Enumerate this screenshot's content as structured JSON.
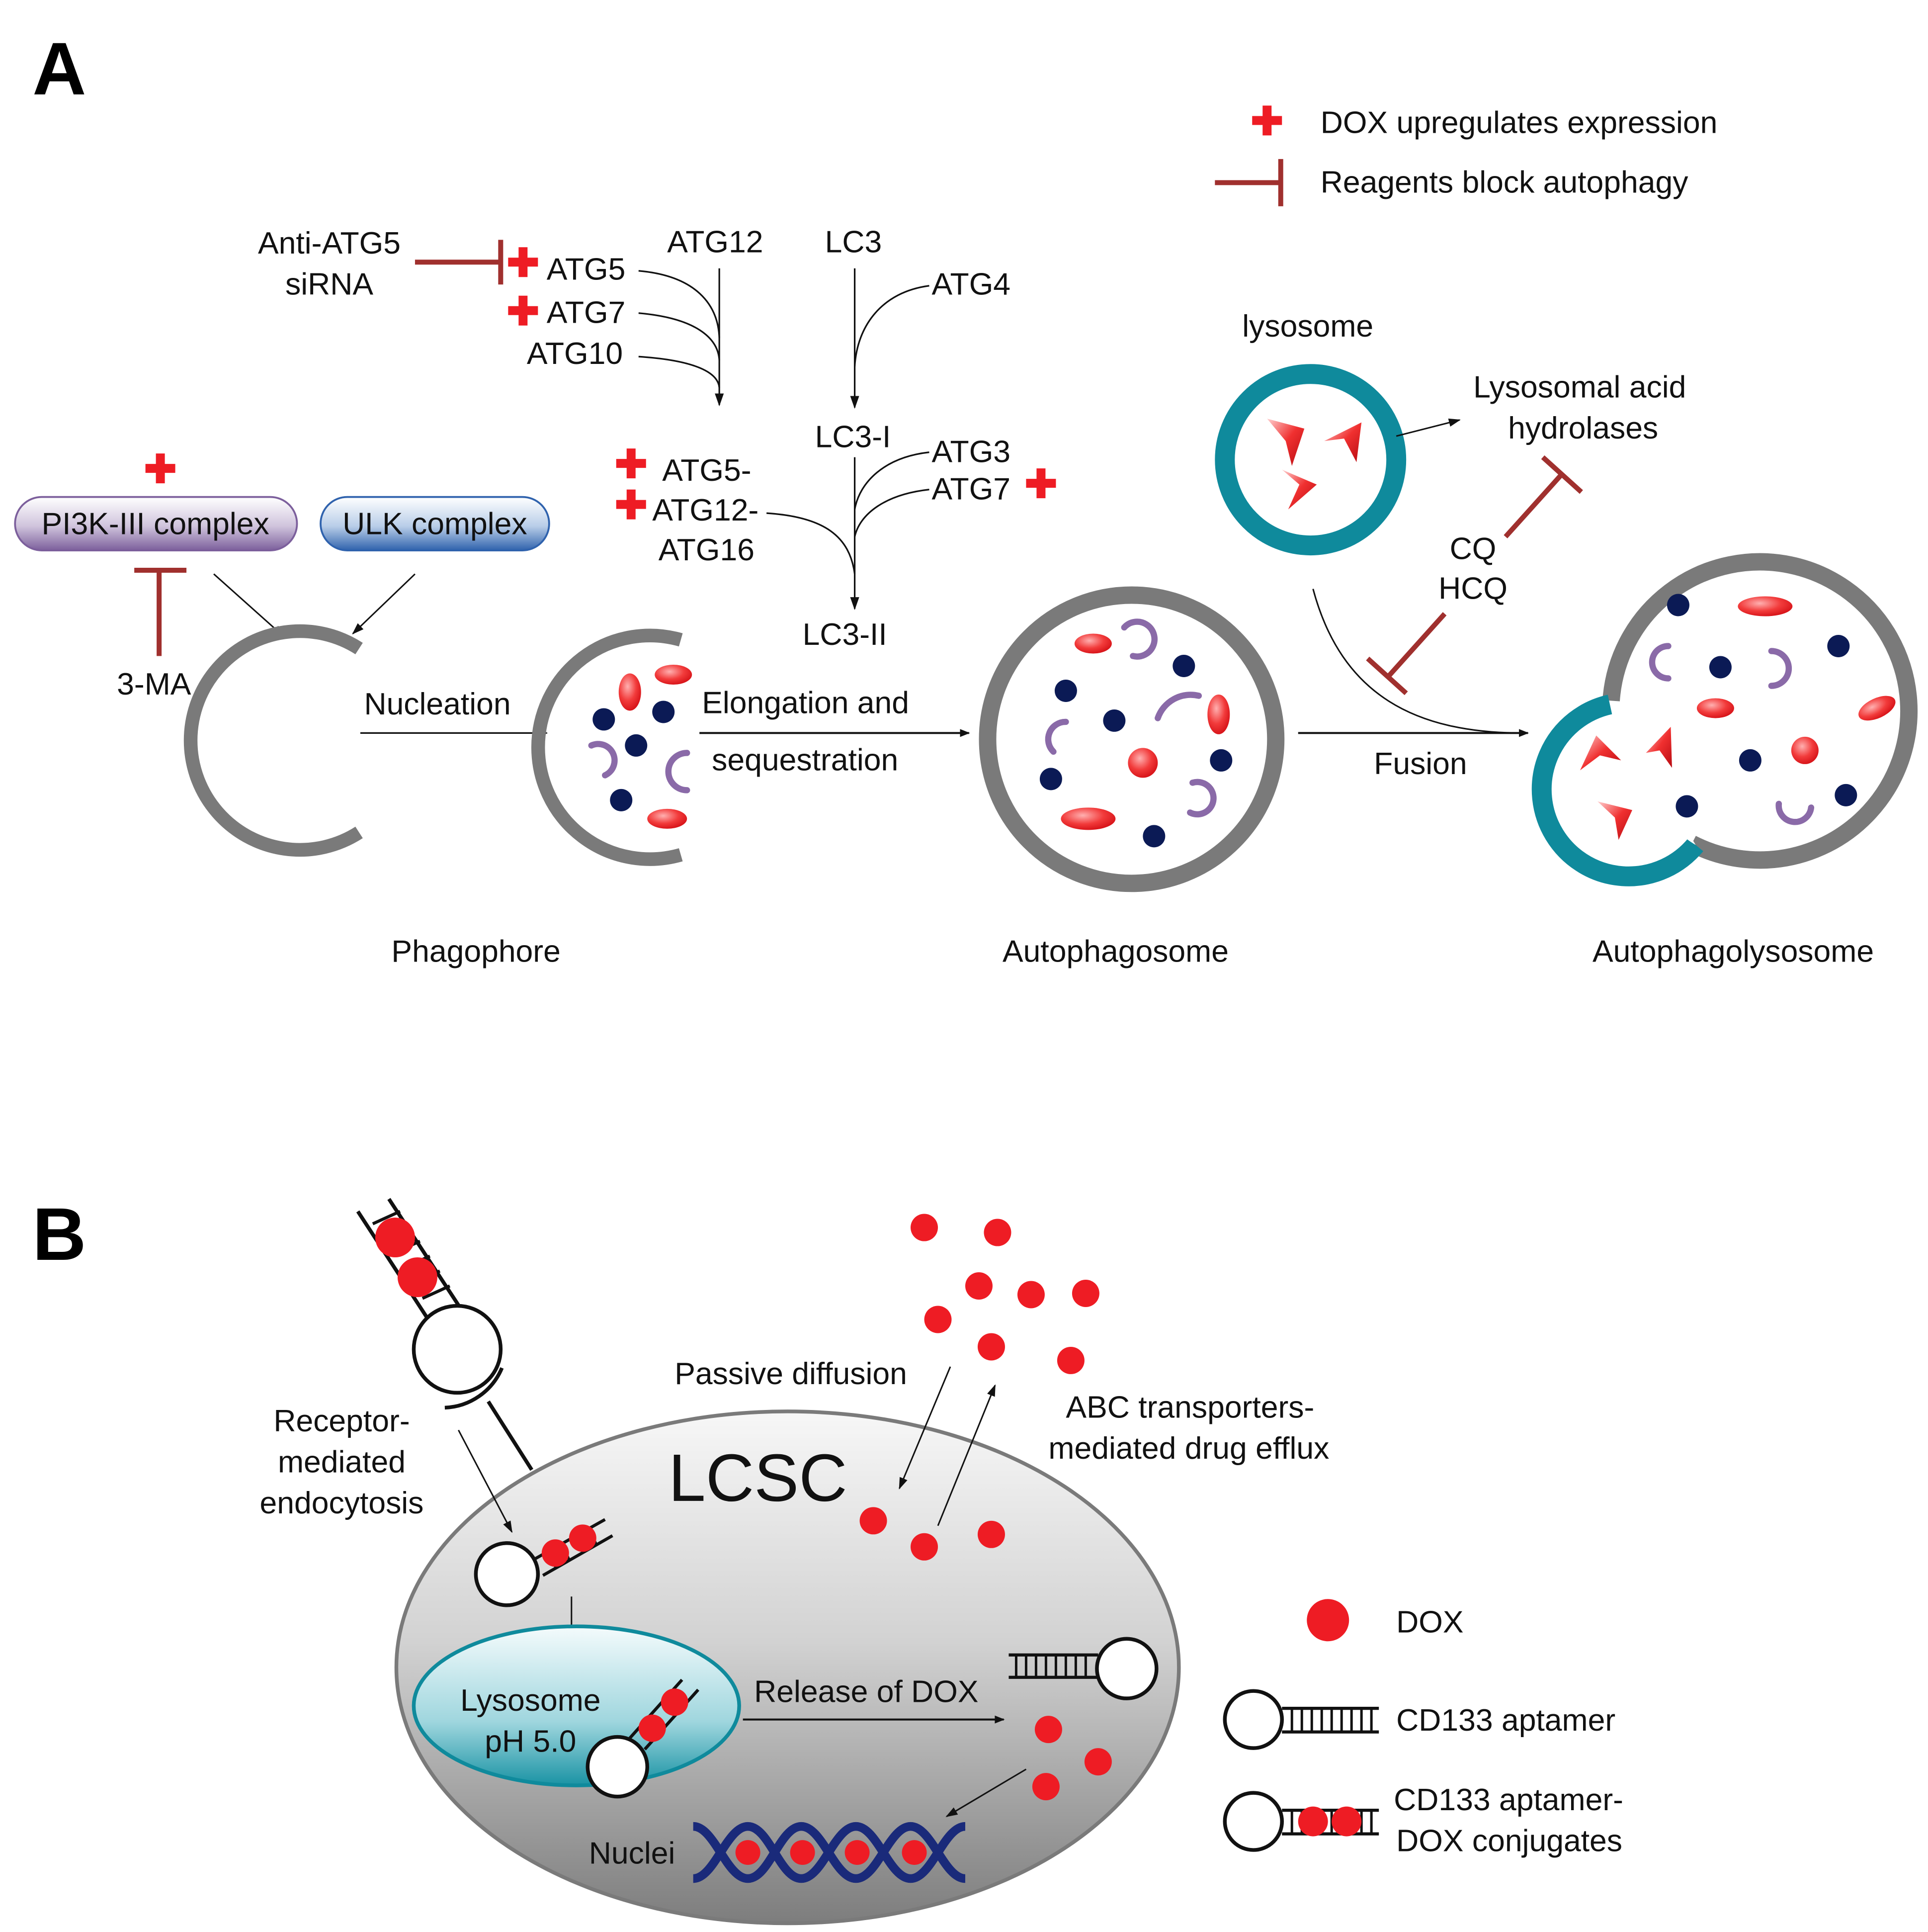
{
  "colors": {
    "red": "#ee1c24",
    "inhibit": "#a0302e",
    "membrane_gray": "#7a7a7a",
    "lysosome_teal": "#0f8a9c",
    "navy": "#0b1a55",
    "purple": "#8a6aa8",
    "dna_blue": "#1a2a7a"
  },
  "panels": {
    "a": "A",
    "b": "B"
  },
  "legend_a": {
    "plus_label": "DOX upregulates expression",
    "inhibit_label": "Reagents block autophagy"
  },
  "pathway": {
    "anti_atg5_line1": "Anti-ATG5",
    "anti_atg5_line2": "siRNA",
    "atg5": "ATG5",
    "atg7_a": "ATG7",
    "atg10": "ATG10",
    "atg12": "ATG12",
    "complex_line1": "ATG5-",
    "complex_line2": "ATG12-",
    "complex_line3": "ATG16",
    "lc3": "LC3",
    "atg4": "ATG4",
    "lc3_i": "LC3-I",
    "atg3": "ATG3",
    "atg7_b": "ATG7",
    "lc3_ii": "LC3-II",
    "pi3k": "PI3K-III complex",
    "ulk": "ULK complex",
    "three_ma": "3-MA"
  },
  "stages": {
    "nucleation": "Nucleation",
    "elongation_line1": "Elongation and",
    "elongation_line2": "sequestration",
    "fusion": "Fusion",
    "phagophore": "Phagophore",
    "autophagosome": "Autophagosome",
    "autophagolysosome": "Autophagolysosome",
    "lysosome": "lysosome",
    "hydrolases_line1": "Lysosomal acid",
    "hydrolases_line2": "hydrolases",
    "cq": "CQ",
    "hcq": "HCQ"
  },
  "panel_b": {
    "receptor_line1": "Receptor-",
    "receptor_line2": "mediated",
    "receptor_line3": "endocytosis",
    "passive": "Passive diffusion",
    "abc_line1": "ABC transporters-",
    "abc_line2": "mediated drug efflux",
    "lcsc": "LCSC",
    "lyso_line1": "Lysosome",
    "lyso_line2": "pH 5.0",
    "release": "Release of DOX",
    "nuclei": "Nuclei"
  },
  "legend_b": {
    "dox": "DOX",
    "aptamer": "CD133 aptamer",
    "conj_line1": "CD133 aptamer-",
    "conj_line2": "DOX conjugates"
  }
}
